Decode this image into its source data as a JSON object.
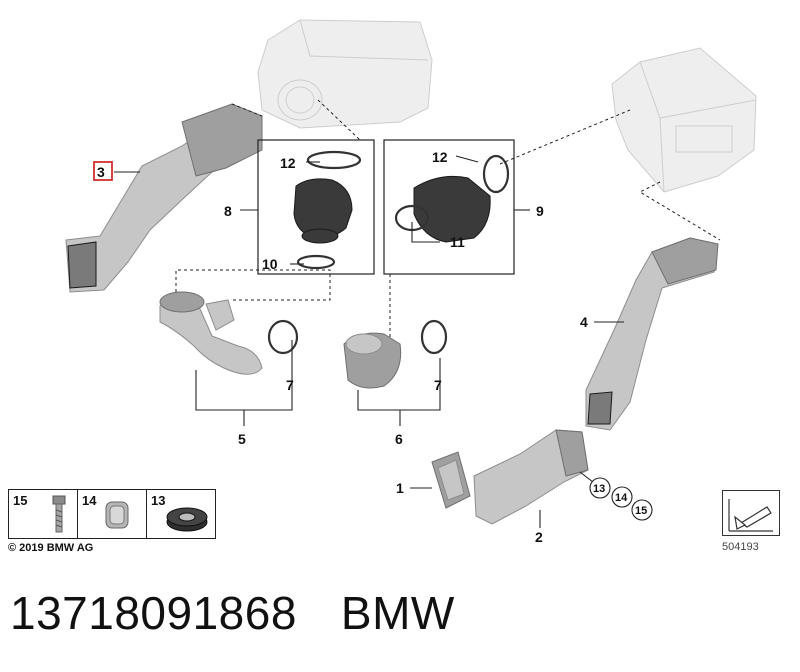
{
  "callouts": {
    "c1": "1",
    "c2": "2",
    "c3": "3",
    "c4": "4",
    "c5": "5",
    "c6": "6",
    "c7a": "7",
    "c7b": "7",
    "c8": "8",
    "c9": "9",
    "c10": "10",
    "c11": "11",
    "c12a": "12",
    "c12b": "12",
    "c13": "13",
    "c14": "14",
    "c15": "15"
  },
  "legend": [
    {
      "number": "15",
      "icon": "bolt-icon"
    },
    {
      "number": "14",
      "icon": "clip-nut-icon"
    },
    {
      "number": "13",
      "icon": "grommet-icon"
    }
  ],
  "copyright": "© 2019 BMW AG",
  "catalog_number": "504193",
  "caption": {
    "part_number": "13718091868",
    "brand": "BMW"
  },
  "highlight_color": "#d32f2f"
}
